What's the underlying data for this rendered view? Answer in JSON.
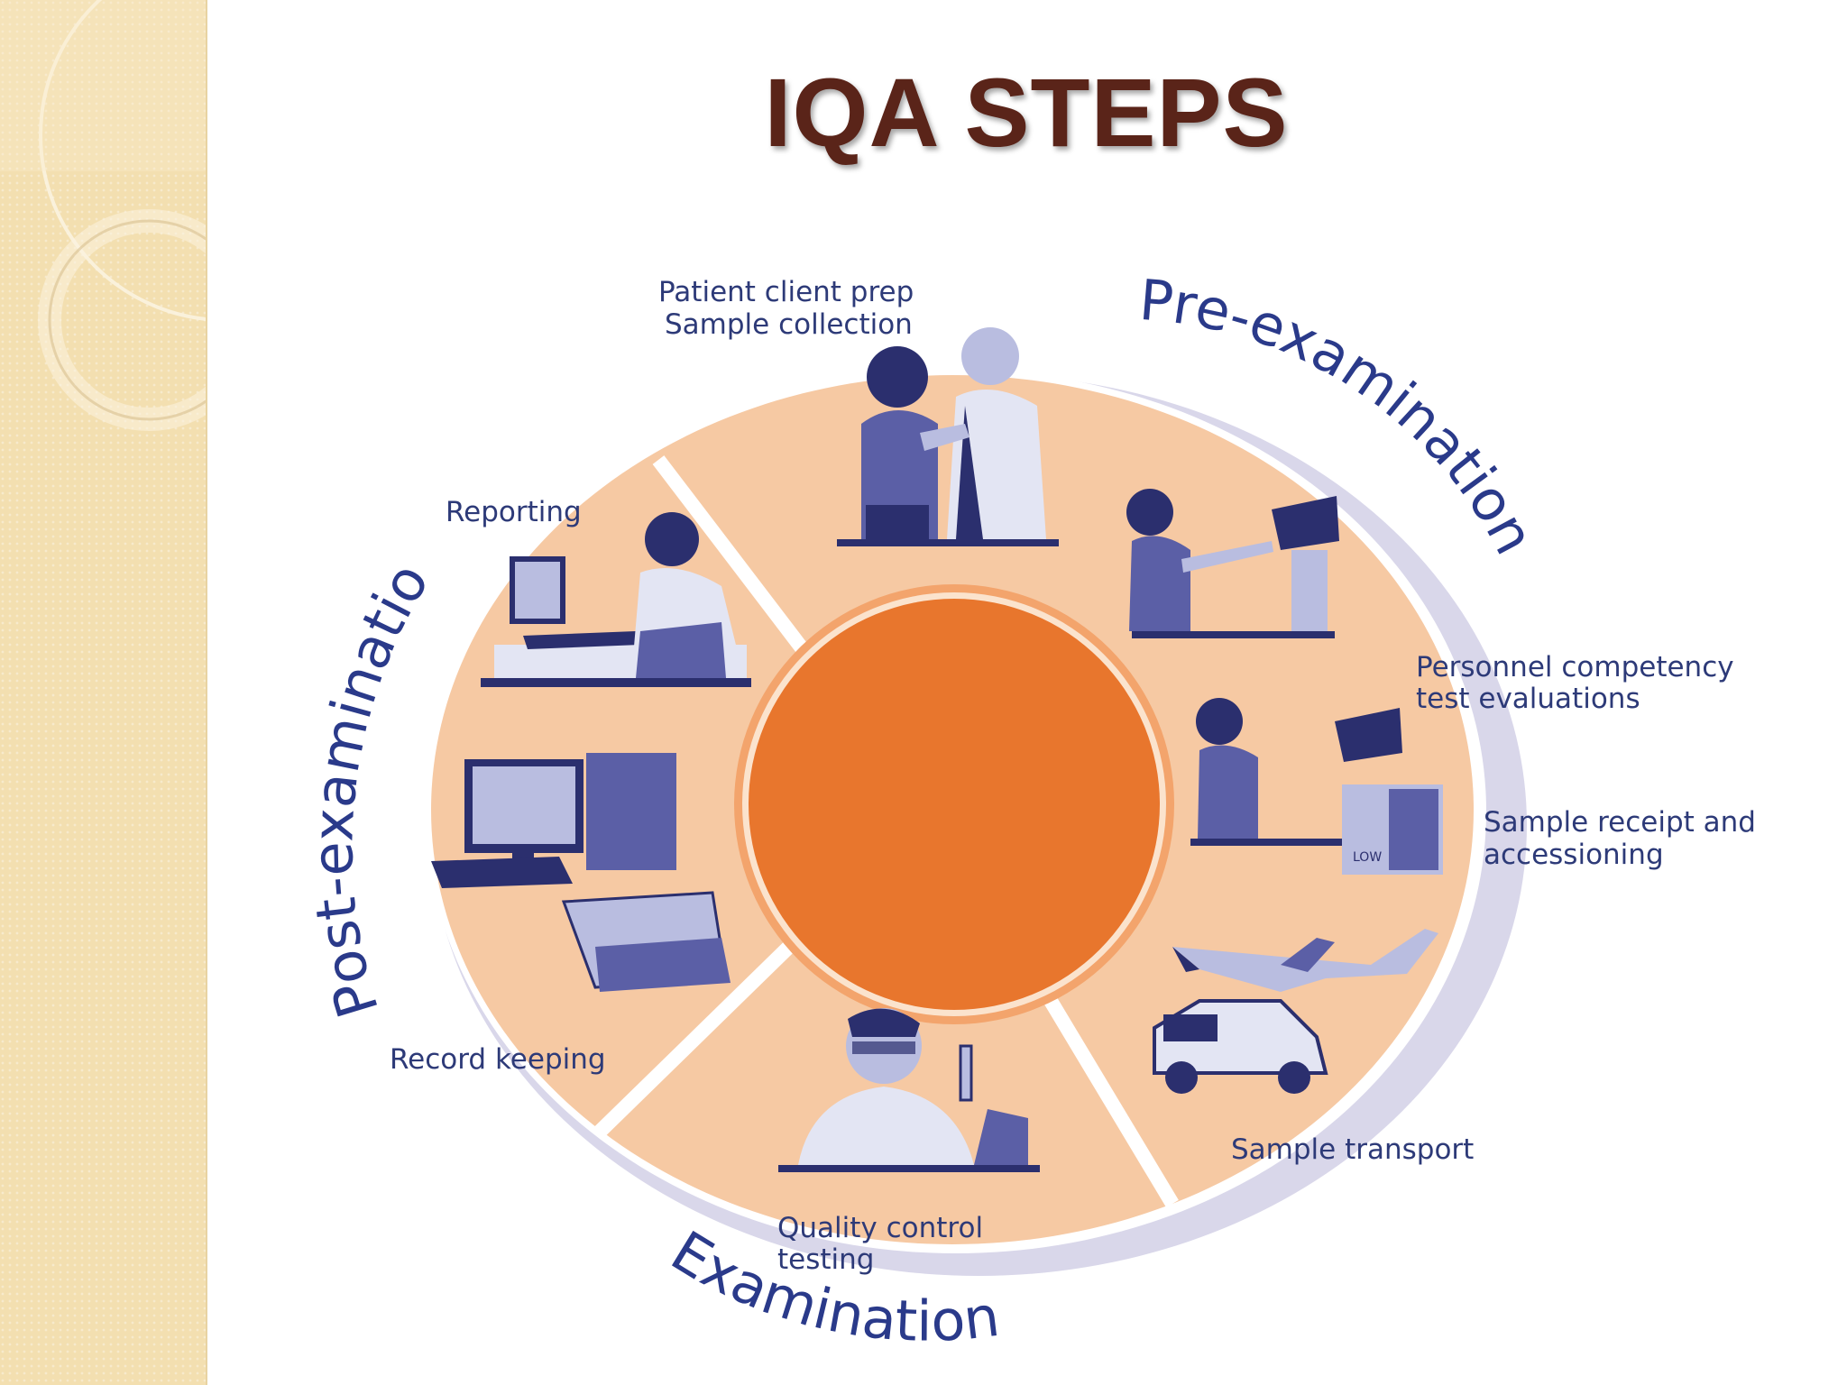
{
  "title": "IQA STEPS",
  "phases": {
    "pre": "Pre-examination",
    "exam": "Examination",
    "post": "Post-examination"
  },
  "steps": {
    "patient_prep": [
      "Patient client prep",
      "Sample collection"
    ],
    "personnel": [
      "Personnel competency",
      "test evaluations"
    ],
    "receipt": [
      "Sample receipt and",
      "accessioning"
    ],
    "transport": [
      "Sample transport"
    ],
    "qc": [
      "Quality control",
      "testing"
    ],
    "record": [
      "Record keeping"
    ],
    "reporting": [
      "Reporting"
    ]
  },
  "colors": {
    "title": "#5a2419",
    "disc": "#f6c9a3",
    "center": "#e8762d",
    "label": "#2d3a78",
    "phase": "#2a3a8a",
    "sidebar": "#f3dfb0"
  }
}
